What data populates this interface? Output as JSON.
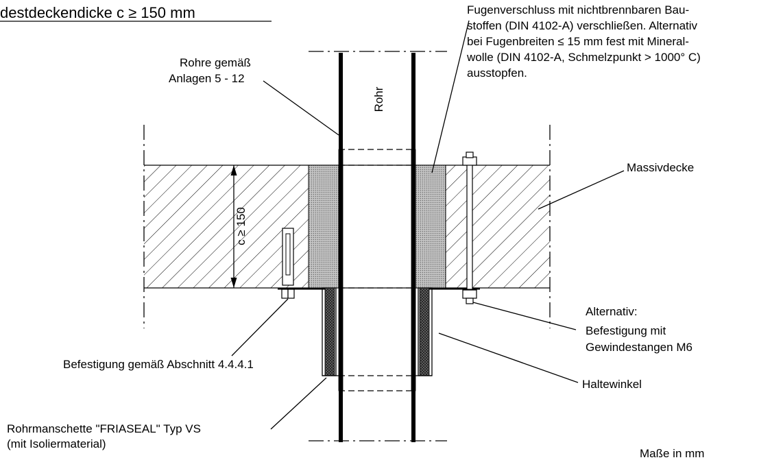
{
  "title": "destdeckendicke c ≥ 150 mm",
  "labels": {
    "fugenverschluss": [
      "Fugenverschluss mit nichtbrennbaren Bau-",
      "stoffen (DIN 4102-A) verschließen. Alternativ",
      "bei Fugenbreiten ≤ 15 mm fest mit Mineral-",
      "wolle (DIN 4102-A, Schmelzpunkt > 1000° C)",
      "ausstopfen."
    ],
    "rohre": [
      "Rohre gemäß",
      "Anlagen 5 - 12"
    ],
    "rohr": "Rohr",
    "dimension": "c ≥ 150",
    "massivdecke": "Massivdecke",
    "alternativ": [
      "Alternativ:",
      "Befestigung mit",
      "Gewindestangen M6"
    ],
    "befestigung": "Befestigung gemäß Abschnitt 4.4.4.1",
    "haltewinkel": "Haltewinkel",
    "rohrmanschette": [
      "Rohrmanschette \"FRIASEAL\" Typ VS",
      "(mit Isoliermaterial)"
    ],
    "masse": "Maße in mm"
  },
  "colors": {
    "line": "#000000",
    "slab_hatch": "#000000",
    "joint_fill": "#b8b8b8",
    "collar_fill": "#555555",
    "background": "#ffffff"
  }
}
